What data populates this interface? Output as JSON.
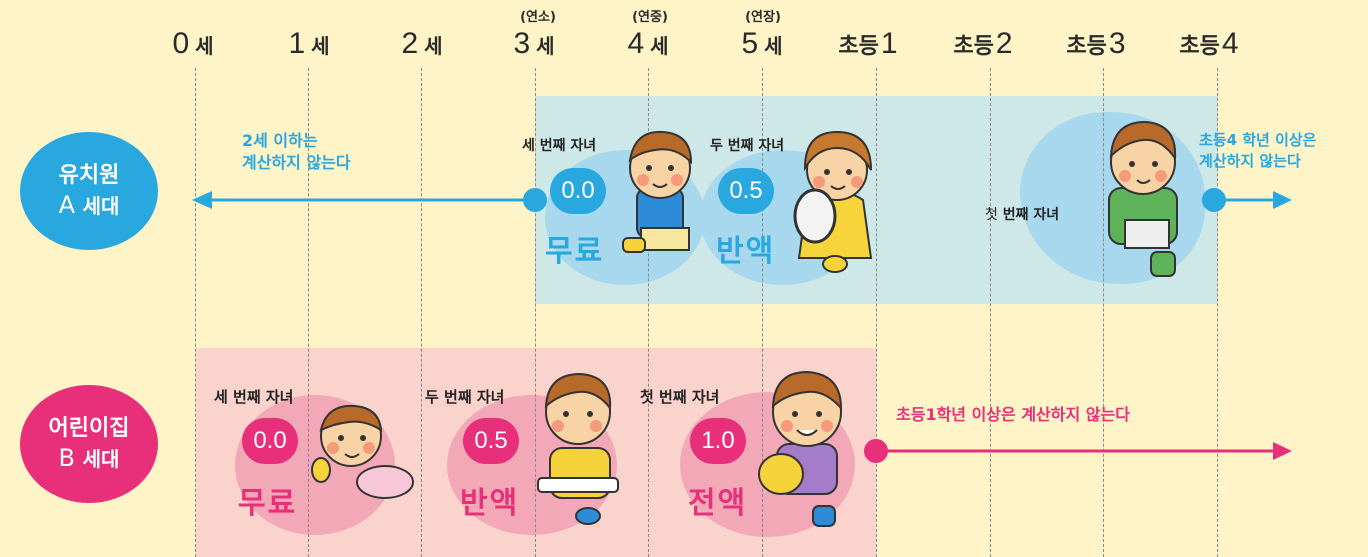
{
  "ages": [
    {
      "num": "0",
      "unit": "세"
    },
    {
      "num": "1",
      "unit": "세"
    },
    {
      "num": "2",
      "unit": "세"
    },
    {
      "num": "3",
      "unit": "세",
      "sub": "(연소)"
    },
    {
      "num": "4",
      "unit": "세",
      "sub": "(연중)"
    },
    {
      "num": "5",
      "unit": "세",
      "sub": "(연장)"
    },
    {
      "prefix": "초등",
      "num": "1"
    },
    {
      "prefix": "초등",
      "num": "2"
    },
    {
      "prefix": "초등",
      "num": "3"
    },
    {
      "prefix": "초등",
      "num": "4"
    }
  ],
  "groupA": {
    "name_line1": "유치원",
    "name_letter": "A",
    "name_suffix": "세대",
    "left_note_line1": "2세 이하는",
    "left_note_line2": "계산하지 않는다",
    "right_note_line1": "초등4 학년 이상은",
    "right_note_line2": "계산하지 않는다",
    "third_label": "세 번째 자녀",
    "third_value": "0.0",
    "third_text": "무료",
    "second_label": "두 번째 자녀",
    "second_value": "0.5",
    "second_text": "반액",
    "first_label_a": "첫",
    "first_label_b": "번째 자녀"
  },
  "groupB": {
    "name_line1": "어린이집",
    "name_letter": "B",
    "name_suffix": "세대",
    "right_note": "초등1학년 이상은 계산하지 않는다",
    "third_label": "세 번째 자녀",
    "third_value": "0.0",
    "third_text": "무료",
    "second_label": "두 번째 자녀",
    "second_value": "0.5",
    "second_text": "반액",
    "first_label": "첫 번째 자녀",
    "first_value": "1.0",
    "first_text": "전액"
  },
  "colors": {
    "background": "#FFF3C8",
    "blue": "#29A8E0",
    "pink": "#E8307A",
    "blueBand": "#CDE8E6",
    "pinkBand": "#F9D3CC"
  }
}
